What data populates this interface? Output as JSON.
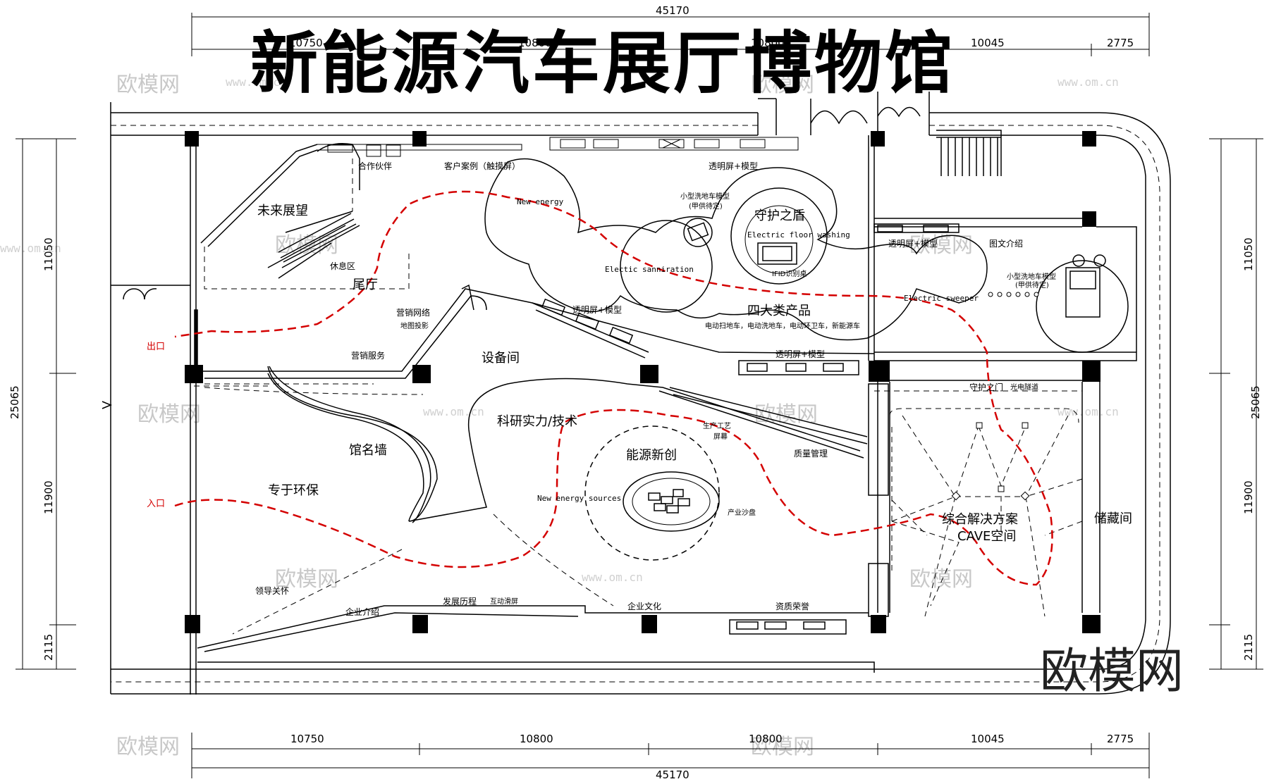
{
  "title": "新能源汽车展厅博物馆",
  "brand": "欧模网",
  "watermark": {
    "cn": "欧模网",
    "url": "www.om.cn"
  },
  "dimensions": {
    "top_total": "45170",
    "top_segments": [
      "10750",
      "10800",
      "10800",
      "10045",
      "2775"
    ],
    "bottom_total": "45170",
    "bottom_segments": [
      "10750",
      "10800",
      "10800",
      "10045",
      "2775"
    ],
    "left_total": "25065",
    "left_segments": [
      "11050",
      "11900",
      "2115"
    ],
    "right_total": "25065",
    "right_segments": [
      "11050",
      "11900",
      "2115"
    ]
  },
  "entrance": {
    "exit": "出口",
    "entry": "入口"
  },
  "zones": {
    "future": "未来展望",
    "rest": "休息区",
    "tail_hall": "尾厅",
    "marketing_network": "营销网络",
    "map_projection": "地图投影",
    "marketing_service": "营销服务",
    "equipment_room": "设备间",
    "name_wall": "馆名墙",
    "eco": "专于环保",
    "leader_care": "领导关怀",
    "company_intro": "企业介绍",
    "history": "发展历程",
    "interactive_screen": "互动滑屏",
    "culture": "企业文化",
    "honors": "资质荣誉",
    "rnd": "科研实力/技术",
    "energy_innovation": "能源新创",
    "new_energy_sources": "New energy sources",
    "industry_sandtable": "产业沙盘",
    "production_1": "生产工艺",
    "production_2": "屏幕",
    "quality": "质量管理",
    "partners": "合作伙伴",
    "cases": "客户案例（触摸屏）",
    "new_energy": "New energy",
    "transparent_model": "透明屏+模型",
    "small_wash_model": "小型洗地车模型",
    "supplied_by_a": "(甲供待定)",
    "guard_shield": "守护之盾",
    "floor_washing": "Electric floor washing",
    "ifid": "IFID识别桌",
    "sanitation": "Electic sanniration",
    "four_products": "四大类产品",
    "four_products_sub": "电动扫地车，电动洗地车，电动环卫车，新能源车",
    "sweeper": "Electric sweeper",
    "graphic_intro": "图文介绍",
    "guard_gate": "守护之门",
    "light_tunnel": "光电隧道",
    "solutions": "综合解决方案",
    "cave": "CAVE空间",
    "storage": "储藏间"
  }
}
